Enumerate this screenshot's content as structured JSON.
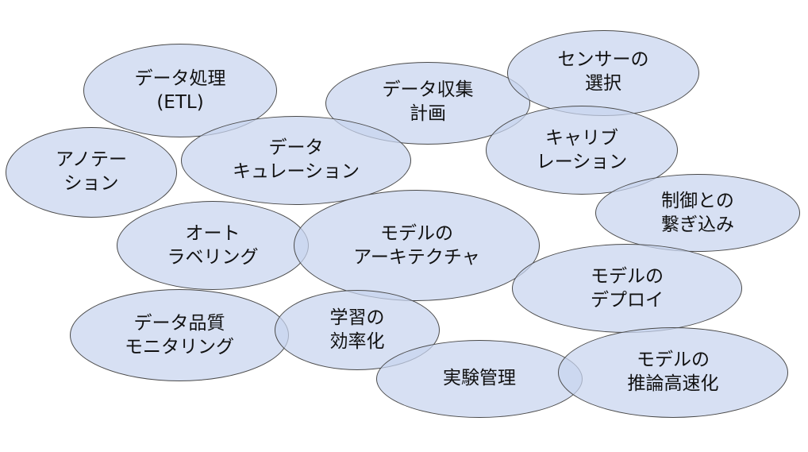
{
  "diagram": {
    "colors": {
      "fill": "#c8d4ee",
      "stroke": "#4a4a4a",
      "text": "#111111"
    },
    "bubbles": [
      {
        "id": "data-processing",
        "lines": [
          "データ処理",
          "(ETL)"
        ]
      },
      {
        "id": "data-collection-plan",
        "lines": [
          "データ収集",
          "計画"
        ]
      },
      {
        "id": "sensor-selection",
        "lines": [
          "センサーの",
          "選択"
        ]
      },
      {
        "id": "annotation",
        "lines": [
          "アノテー",
          "ション"
        ]
      },
      {
        "id": "data-curation",
        "lines": [
          "データ",
          "キュレーション"
        ]
      },
      {
        "id": "calibration",
        "lines": [
          "キャリブ",
          "レーション"
        ]
      },
      {
        "id": "control-integration",
        "lines": [
          "制御との",
          "繋ぎ込み"
        ]
      },
      {
        "id": "auto-labeling",
        "lines": [
          "オート",
          "ラベリング"
        ]
      },
      {
        "id": "model-architecture",
        "lines": [
          "モデルの",
          "アーキテクチャ"
        ]
      },
      {
        "id": "model-deploy",
        "lines": [
          "モデルの",
          "デプロイ"
        ]
      },
      {
        "id": "data-quality-monitoring",
        "lines": [
          "データ品質",
          "モニタリング"
        ]
      },
      {
        "id": "learning-efficiency",
        "lines": [
          "学習の",
          "効率化"
        ]
      },
      {
        "id": "experiment-management",
        "lines": [
          "実験管理"
        ]
      },
      {
        "id": "inference-acceleration",
        "lines": [
          "モデルの",
          "推論高速化"
        ]
      }
    ]
  }
}
